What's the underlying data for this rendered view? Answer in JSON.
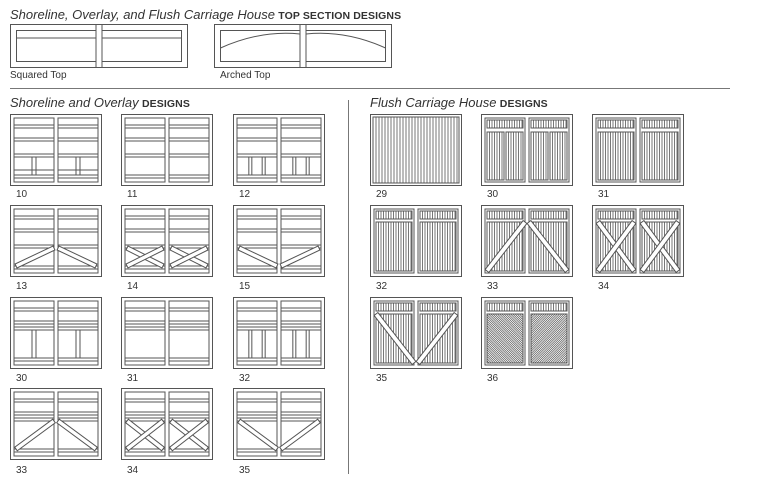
{
  "top_section": {
    "title_italic": "Shoreline, Overlay, and Flush Carriage House",
    "title_bold": "TOP SECTION DESIGNS",
    "items": [
      {
        "label": "Squared Top",
        "type": "squared"
      },
      {
        "label": "Arched Top",
        "type": "arched"
      }
    ]
  },
  "shoreline": {
    "title_italic": "Shoreline and Overlay",
    "title_bold": "DESIGNS",
    "items": [
      {
        "label": "10",
        "type": "s10"
      },
      {
        "label": "11",
        "type": "s11"
      },
      {
        "label": "12",
        "type": "s12"
      },
      {
        "label": "13",
        "type": "s13"
      },
      {
        "label": "14",
        "type": "s14"
      },
      {
        "label": "15",
        "type": "s15"
      },
      {
        "label": "30",
        "type": "s30"
      },
      {
        "label": "31",
        "type": "s31"
      },
      {
        "label": "32",
        "type": "s32"
      },
      {
        "label": "33",
        "type": "s33"
      },
      {
        "label": "34",
        "type": "s34"
      },
      {
        "label": "35",
        "type": "s35"
      }
    ]
  },
  "flush": {
    "title_italic": "Flush Carriage House",
    "title_bold": "DESIGNS",
    "items": [
      {
        "label": "29",
        "type": "f29"
      },
      {
        "label": "30",
        "type": "f30"
      },
      {
        "label": "31",
        "type": "f31"
      },
      {
        "label": "32",
        "type": "f32"
      },
      {
        "label": "33",
        "type": "f33"
      },
      {
        "label": "34",
        "type": "f34"
      },
      {
        "label": "35",
        "type": "f35"
      },
      {
        "label": "36",
        "type": "f36"
      }
    ]
  }
}
